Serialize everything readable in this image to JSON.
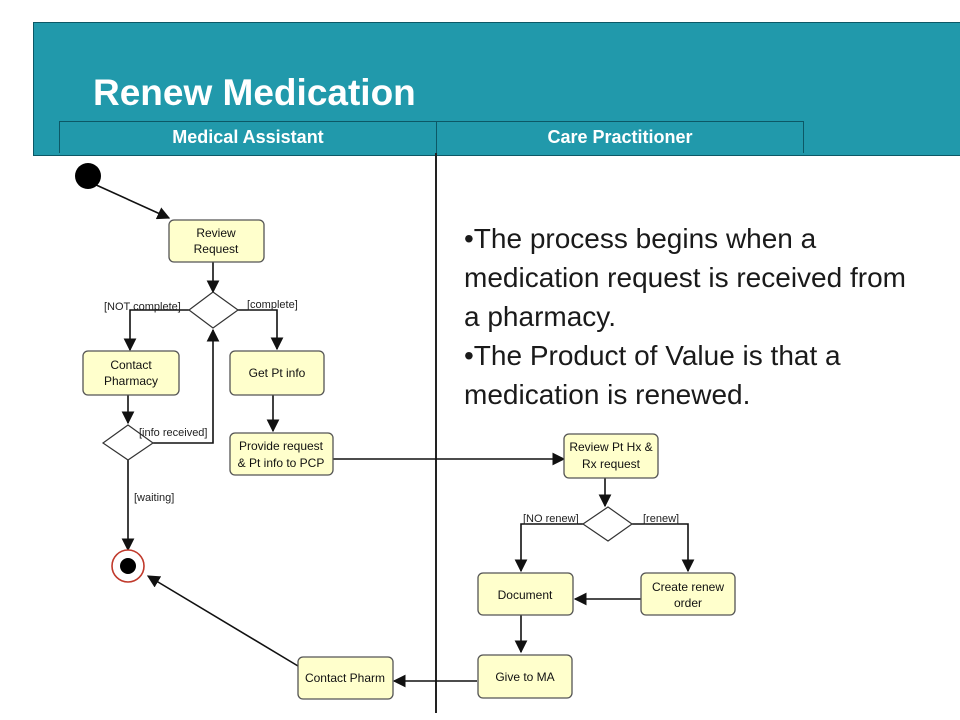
{
  "title": "Renew Medication",
  "lanes": {
    "medical_assistant": "Medical Assistant",
    "care_practitioner": "Care Practitioner"
  },
  "bullets": [
    "•The process begins when a",
    "medication request is received from",
    "a pharmacy.",
    "•The Product of Value is that a",
    "medication is renewed."
  ],
  "activities": {
    "review_request": [
      "Review",
      "Request"
    ],
    "contact_pharmacy": [
      "Contact",
      "Pharmacy"
    ],
    "get_pt_info": [
      "Get Pt info"
    ],
    "provide_request": [
      "Provide request",
      "& Pt info to PCP"
    ],
    "review_pt_hx": [
      "Review Pt Hx &",
      "Rx request"
    ],
    "document": [
      "Document"
    ],
    "create_renew_order": [
      "Create renew",
      "order"
    ],
    "give_to_ma": [
      "Give to MA"
    ],
    "contact_pharm": [
      "Contact Pharm"
    ]
  },
  "guards": {
    "not_complete": "[NOT complete]",
    "complete": "[complete]",
    "info_received": "[info received]",
    "waiting": "[waiting]",
    "no_renew": "[NO renew]",
    "renew": "[renew]"
  },
  "colors": {
    "header": "#2199ab",
    "activity_fill": "#ffffcc",
    "final_ring": "#c0392b"
  }
}
